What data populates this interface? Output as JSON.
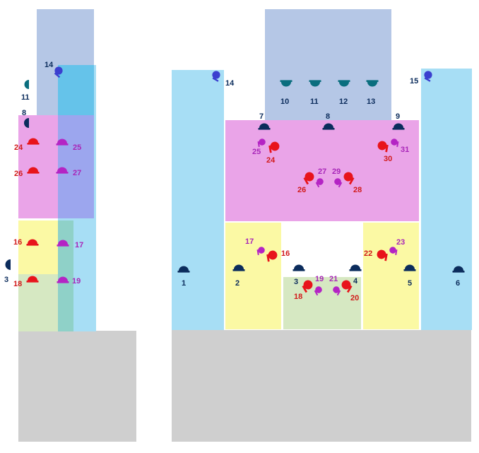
{
  "colors": {
    "navy": "#0b2c5c",
    "teal": "#0a6e7e",
    "blue_pin": "#3b3fcf",
    "red": "#e8141b",
    "magenta": "#b424c4",
    "red_text": "#d11a1a",
    "magenta_text": "#a826b8",
    "navy_text": "#0b2c5c",
    "steel": "#b5c7e6",
    "light_blue": "#a7def5",
    "cyan_overlay": "#65c3ea",
    "pink": "#eaa4e8",
    "violet_overlay": "#9ca6ee",
    "yellow": "#fbf9a4",
    "green": "#d6e8c2",
    "teal_overlay": "#8fd1c8",
    "gray": "#cfcfcf"
  },
  "left_view": {
    "labels": {
      "l14": "14",
      "l11": "11",
      "l8": "8",
      "l24": "24",
      "l25": "25",
      "l26": "26",
      "l27": "27",
      "l16": "16",
      "l17": "17",
      "l3": "3",
      "l18": "18",
      "l19": "19"
    }
  },
  "right_view": {
    "labels": {
      "r10": "10",
      "r11": "11",
      "r12": "12",
      "r13": "13",
      "r14": "14",
      "r15": "15",
      "r7": "7",
      "r8": "8",
      "r9": "9",
      "r25": "25",
      "r24": "24",
      "r31": "31",
      "r30": "30",
      "r27": "27",
      "r29": "29",
      "r26": "26",
      "r28": "28",
      "r17": "17",
      "r16": "16",
      "r23": "23",
      "r22": "22",
      "r1": "1",
      "r2": "2",
      "r3": "3",
      "r4": "4",
      "r5": "5",
      "r6": "6",
      "r19": "19",
      "r21": "21",
      "r18": "18",
      "r20": "20"
    }
  }
}
